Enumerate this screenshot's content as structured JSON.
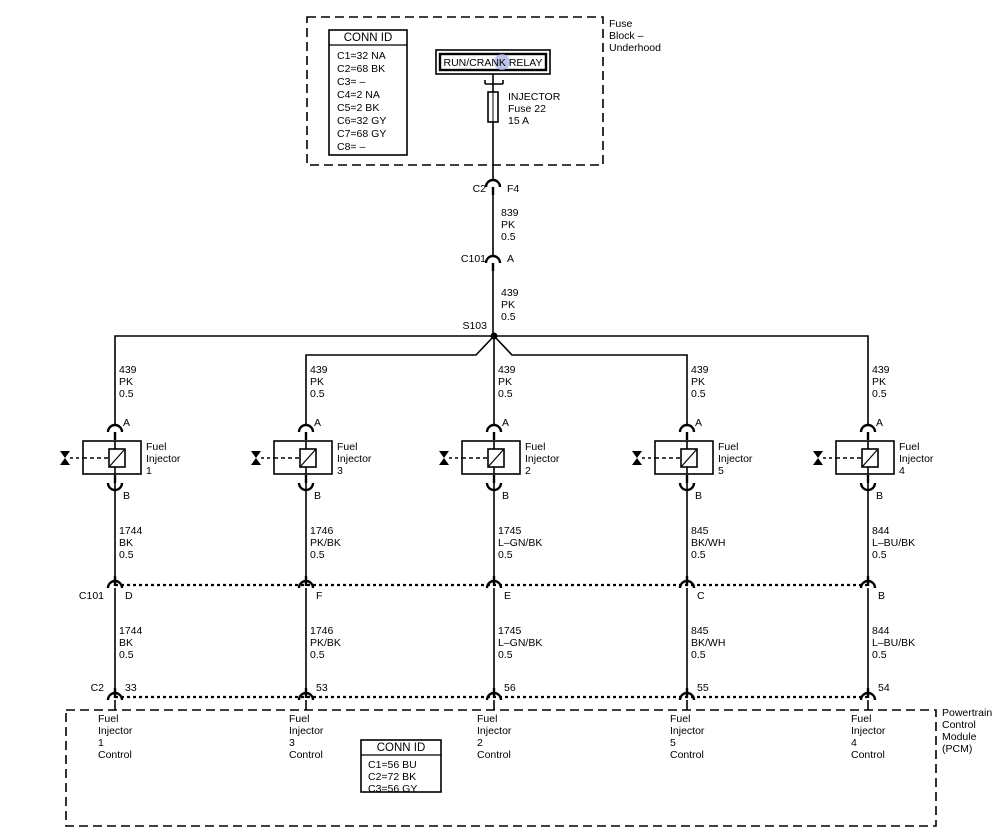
{
  "fuse_block": {
    "label": [
      "Fuse",
      "Block –",
      "Underhood"
    ],
    "conn_id": {
      "title": "CONN ID",
      "rows": [
        "C1=32 NA",
        "C2=68 BK",
        "C3= –",
        "C4=2 NA",
        "C5=2 BK",
        "C6=32 GY",
        "C7=68 GY",
        "C8= –"
      ]
    },
    "relay_label": "RUN/CRANK RELAY",
    "fuse": [
      "INJECTOR",
      "Fuse 22",
      "15 A"
    ]
  },
  "top_connectors": {
    "c2_name": "C2",
    "c2_pin": "F4",
    "wire1": [
      "839",
      "PK",
      "0.5"
    ],
    "c101_name": "C101",
    "c101_pin": "A",
    "wire2": [
      "439",
      "PK",
      "0.5"
    ],
    "splice": "S103"
  },
  "injectors": [
    {
      "name": [
        "Fuel",
        "Injector",
        "1"
      ],
      "feed_wire": [
        "439",
        "PK",
        "0.5"
      ],
      "pin_a": "A",
      "pin_b": "B",
      "ctrl_wire_upper": [
        "1744",
        "BK",
        "0.5"
      ],
      "c101_pin": "D",
      "ctrl_wire_lower": [
        "1744",
        "BK",
        "0.5"
      ],
      "pcm_pin": "33",
      "pcm_label": [
        "Fuel",
        "Injector",
        "1",
        "Control"
      ]
    },
    {
      "name": [
        "Fuel",
        "Injector",
        "3"
      ],
      "feed_wire": [
        "439",
        "PK",
        "0.5"
      ],
      "pin_a": "A",
      "pin_b": "B",
      "ctrl_wire_upper": [
        "1746",
        "PK/BK",
        "0.5"
      ],
      "c101_pin": "F",
      "ctrl_wire_lower": [
        "1746",
        "PK/BK",
        "0.5"
      ],
      "pcm_pin": "53",
      "pcm_label": [
        "Fuel",
        "Injector",
        "3",
        "Control"
      ]
    },
    {
      "name": [
        "Fuel",
        "Injector",
        "2"
      ],
      "feed_wire": [
        "439",
        "PK",
        "0.5"
      ],
      "pin_a": "A",
      "pin_b": "B",
      "ctrl_wire_upper": [
        "1745",
        "L–GN/BK",
        "0.5"
      ],
      "c101_pin": "E",
      "ctrl_wire_lower": [
        "1745",
        "L–GN/BK",
        "0.5"
      ],
      "pcm_pin": "56",
      "pcm_label": [
        "Fuel",
        "Injector",
        "2",
        "Control"
      ]
    },
    {
      "name": [
        "Fuel",
        "Injector",
        "5"
      ],
      "feed_wire": [
        "439",
        "PK",
        "0.5"
      ],
      "pin_a": "A",
      "pin_b": "B",
      "ctrl_wire_upper": [
        "845",
        "BK/WH",
        "0.5"
      ],
      "c101_pin": "C",
      "ctrl_wire_lower": [
        "845",
        "BK/WH",
        "0.5"
      ],
      "pcm_pin": "55",
      "pcm_label": [
        "Fuel",
        "Injector",
        "5",
        "Control"
      ]
    },
    {
      "name": [
        "Fuel",
        "Injector",
        "4"
      ],
      "feed_wire": [
        "439",
        "PK",
        "0.5"
      ],
      "pin_a": "A",
      "pin_b": "B",
      "ctrl_wire_upper": [
        "844",
        "L–BU/BK",
        "0.5"
      ],
      "c101_pin": "B",
      "ctrl_wire_lower": [
        "844",
        "L–BU/BK",
        "0.5"
      ],
      "pcm_pin": "54",
      "pcm_label": [
        "Fuel",
        "Injector",
        "4",
        "Control"
      ]
    }
  ],
  "lower_connectors": {
    "c101_name": "C101",
    "c2_name": "C2"
  },
  "pcm": {
    "label": [
      "Powertrain",
      "Control",
      "Module",
      "(PCM)"
    ],
    "conn_id": {
      "title": "CONN ID",
      "rows": [
        "C1=56 BU",
        "C2=72 BK",
        "C3=56 GY"
      ]
    }
  }
}
